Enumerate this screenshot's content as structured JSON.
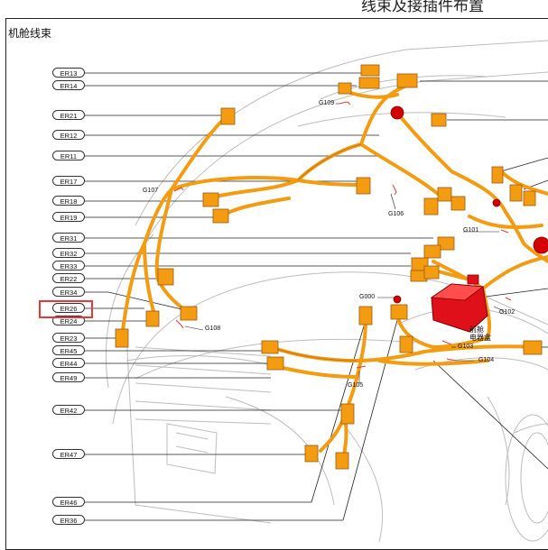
{
  "header": {
    "title": "线束及接插件布置"
  },
  "section": {
    "title": "机舱线束"
  },
  "connectors": [
    "ER13",
    "ER14",
    "ER21",
    "ER12",
    "ER11",
    "ER17",
    "ER18",
    "ER19",
    "ER31",
    "ER32",
    "ER33",
    "ER22",
    "ER34",
    "ER26",
    "ER24",
    "ER23",
    "ER45",
    "ER44",
    "ER49",
    "ER42",
    "ER47",
    "ER46",
    "ER36"
  ],
  "highlighted_connector": "ER26",
  "grounds": {
    "g109": "G109",
    "g107": "G107",
    "g106": "G106",
    "g101": "G101",
    "g000": "G000",
    "g108": "G108",
    "g102": "G102",
    "g103": "G103",
    "g104": "G104",
    "g105": "G105"
  },
  "fuse_box": {
    "line1": "前舱",
    "line2": "电器盒"
  },
  "colors": {
    "harness": "#f39c12",
    "harness_dark": "#c0751a",
    "fuse_box": "#e0101a",
    "highlight": "#e53935",
    "outline": "#b8b8b8"
  }
}
